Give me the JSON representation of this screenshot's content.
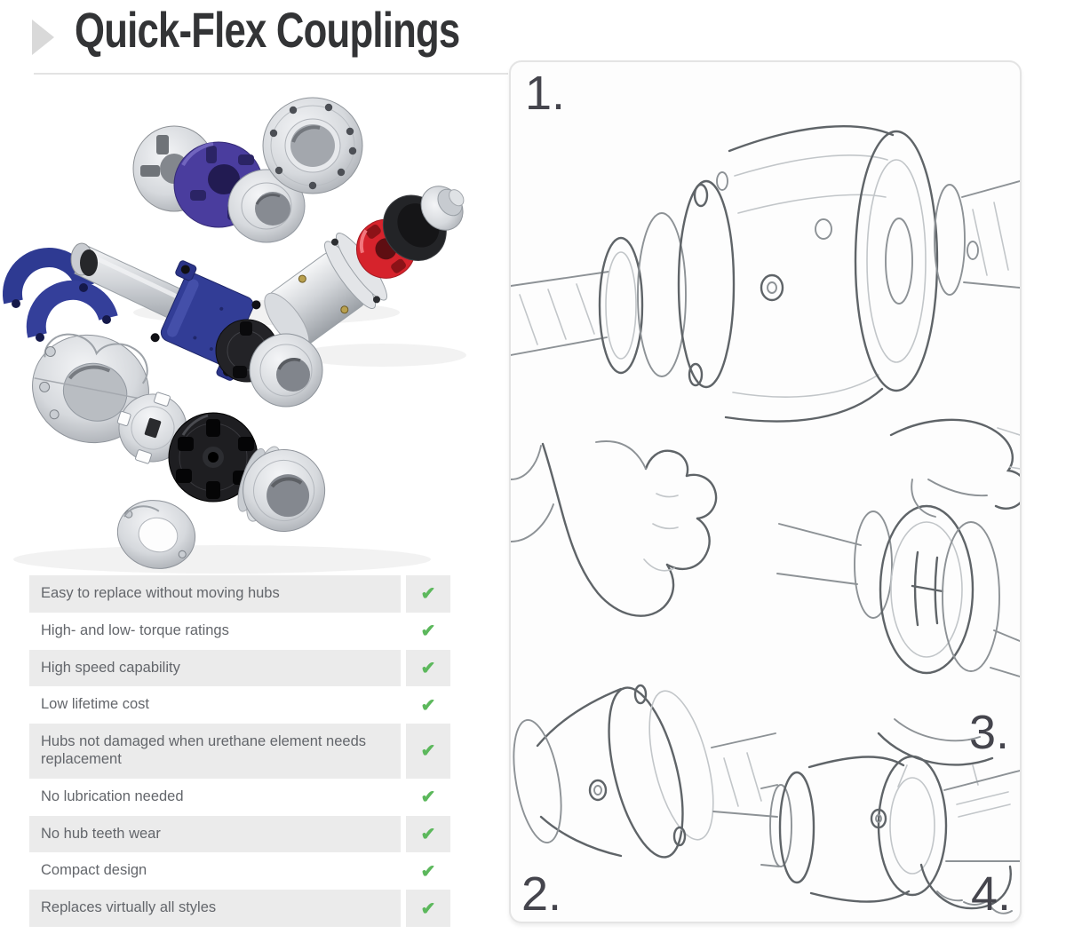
{
  "header": {
    "title": "Quick-Flex Couplings"
  },
  "features": {
    "check_glyph": "✔",
    "rows": [
      {
        "label": "Easy to replace without moving hubs",
        "checked": true
      },
      {
        "label": "High- and low- torque ratings",
        "checked": true
      },
      {
        "label": "High speed capability",
        "checked": true
      },
      {
        "label": "Low lifetime cost",
        "checked": true
      },
      {
        "label": "Hubs not damaged when urethane element needs replacement",
        "checked": true
      },
      {
        "label": "No lubrication needed",
        "checked": true
      },
      {
        "label": "No hub teeth wear",
        "checked": true
      },
      {
        "label": "Compact design",
        "checked": true
      },
      {
        "label": "Replaces virtually all styles",
        "checked": true
      }
    ]
  },
  "panel": {
    "steps": [
      "1.",
      "2.",
      "3.",
      "4."
    ]
  },
  "images": {
    "product_photo": "Assorted Quick-Flex couplings with blue, red, purple urethane elements and steel hubs",
    "sketch_panel": "Four pencil sketches showing coupling element replacement steps"
  },
  "colors": {
    "check_green": "#5cb85c",
    "row_gray": "#ebebeb",
    "title_dark": "#333436",
    "panel_border": "#e4e4e4",
    "body_text": "#63666b",
    "step_number": "#45454d",
    "element_blue": "#323d96",
    "element_red": "#d6232c",
    "element_purple": "#4a3d9e"
  }
}
